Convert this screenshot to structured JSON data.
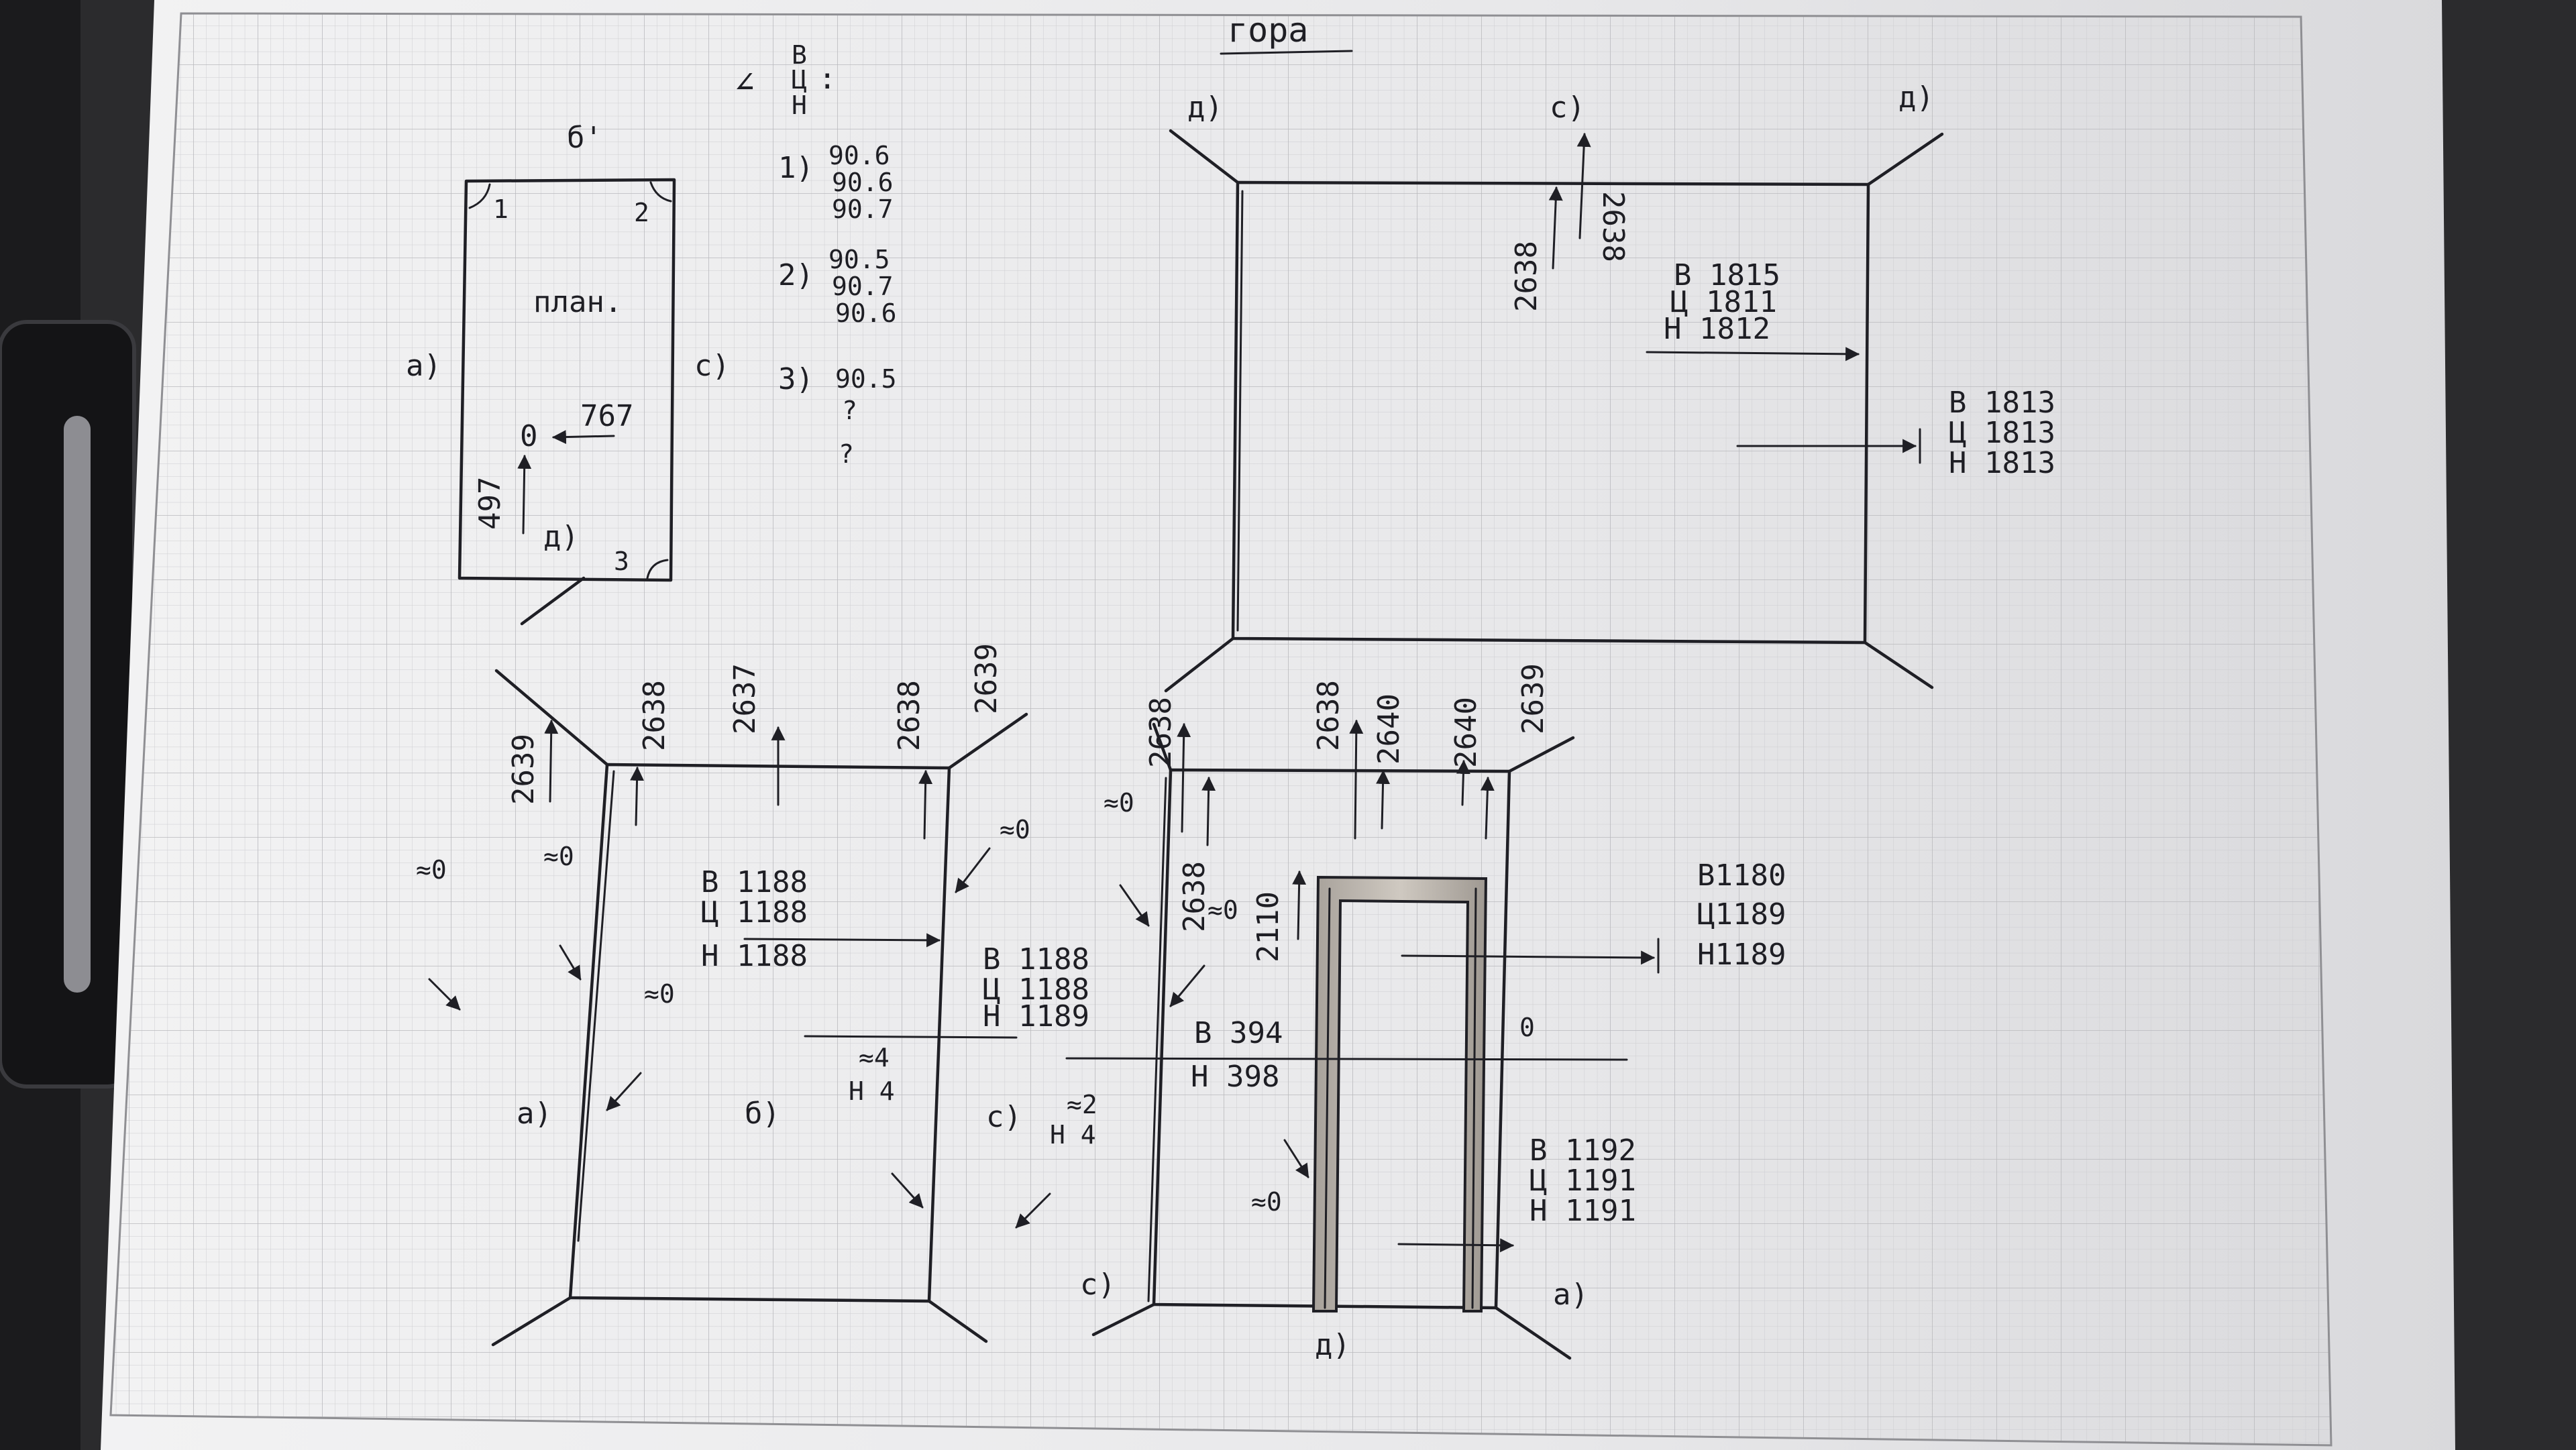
{
  "page": {
    "header": "гора",
    "colors": {
      "desk": "#2b2b2d",
      "paper": "#e9e9ea",
      "grid": "#c9c9cc",
      "ink": "#1f1f25",
      "door_frame": "#b9b2aa",
      "binder": "#1a1a1c"
    }
  },
  "angles_list": {
    "symbol": "∠",
    "legend": [
      "В",
      "Ц",
      "Н"
    ],
    "colon": ":",
    "items": [
      {
        "num": "1)",
        "values": [
          "90.6",
          "90.6",
          "90.7"
        ]
      },
      {
        "num": "2)",
        "values": [
          "90.5",
          "90.7",
          "90.6"
        ]
      },
      {
        "num": "3)",
        "values": [
          "90.5",
          "?",
          "?"
        ]
      }
    ]
  },
  "plan": {
    "title": "план.",
    "top_label": "б'",
    "left_label": "а)",
    "right_label": "с)",
    "bottom_label": "д)",
    "corners": [
      "1",
      "2",
      "3"
    ],
    "origin": "0",
    "dim_horizontal": "767",
    "dim_vertical": "497"
  },
  "ceiling": {
    "labels": [
      "д)",
      "с)",
      "д)"
    ],
    "heights": [
      "2638",
      "2638"
    ],
    "width_top": {
      "lines": [
        "В 1815",
        "Ц 1811",
        "Н 1812"
      ]
    },
    "width_right": {
      "lines": [
        "В 1813",
        "Ц 1813",
        "Н 1813"
      ]
    }
  },
  "wall_left": {
    "wall_labels": [
      "а)",
      "б)",
      "с)"
    ],
    "heights": [
      "2639",
      "2638",
      "2637",
      "2638",
      "2639"
    ],
    "width_center": {
      "lines": [
        "В 1188",
        "Ц 1188",
        "Н 1188"
      ]
    },
    "width_lower": {
      "lines": [
        "В 1188",
        "Ц 1188",
        "Н 1189"
      ]
    },
    "plumb_marks": [
      "≈0",
      "≈0",
      "≈0",
      "≈0",
      "≈4",
      "Н 4",
      "≈2",
      "Н 4"
    ]
  },
  "wall_right": {
    "wall_labels": [
      "с)",
      "д)",
      "а)"
    ],
    "heights": [
      "2638",
      "2638",
      "2638",
      "2640",
      "2640",
      "2639"
    ],
    "door_height": "2110",
    "width_top": {
      "lines": [
        "В1180",
        "Ц1189",
        "Н1189"
      ]
    },
    "width_left": {
      "lines": [
        "В 394",
        "Н 398"
      ]
    },
    "width_bottom": {
      "lines": [
        "В 1192",
        "Ц 1191",
        "Н 1191"
      ]
    },
    "plumb_marks": [
      "≈0",
      "≈0",
      "≈0",
      "0"
    ]
  }
}
